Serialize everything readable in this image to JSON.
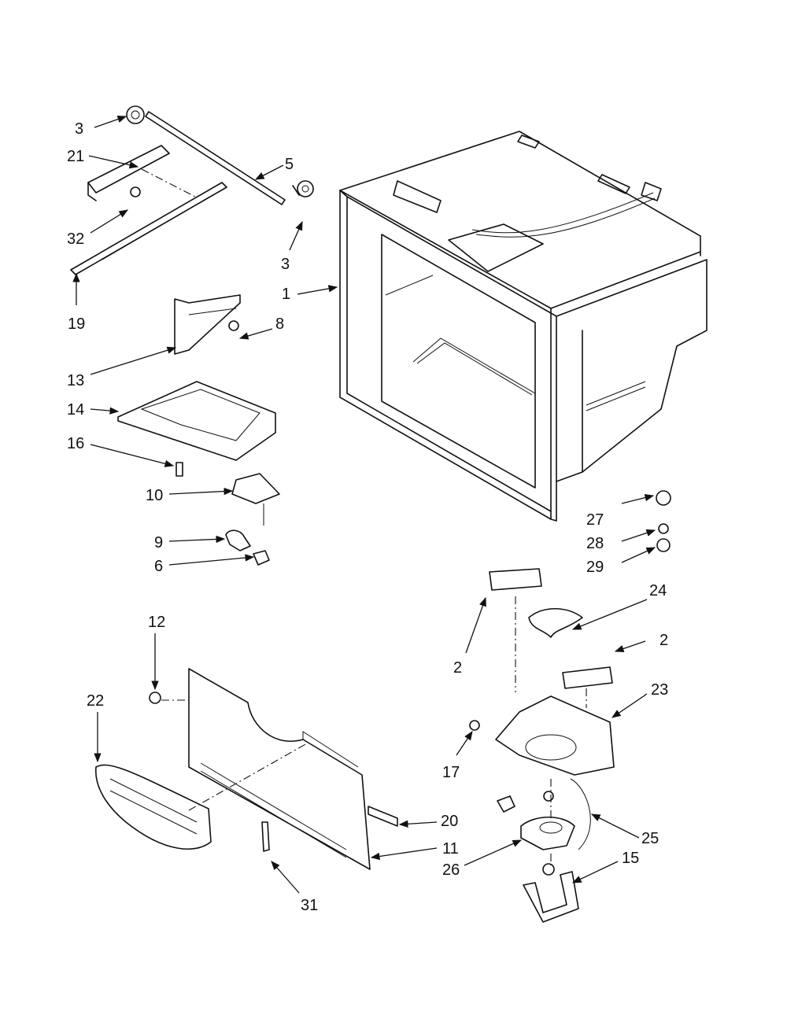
{
  "callouts": {
    "c1": "1",
    "c2a": "2",
    "c2b": "2",
    "c3a": "3",
    "c3b": "3",
    "c5": "5",
    "c6": "6",
    "c8": "8",
    "c9": "9",
    "c10": "10",
    "c11": "11",
    "c12": "12",
    "c13": "13",
    "c14": "14",
    "c15": "15",
    "c16": "16",
    "c17": "17",
    "c19": "19",
    "c20": "20",
    "c21": "21",
    "c22": "22",
    "c23": "23",
    "c24": "24",
    "c25": "25",
    "c26": "26",
    "c27": "27",
    "c28": "28",
    "c29": "29",
    "c31": "31",
    "c32": "32"
  },
  "colors": {
    "line": "#111111",
    "background": "#ffffff"
  }
}
